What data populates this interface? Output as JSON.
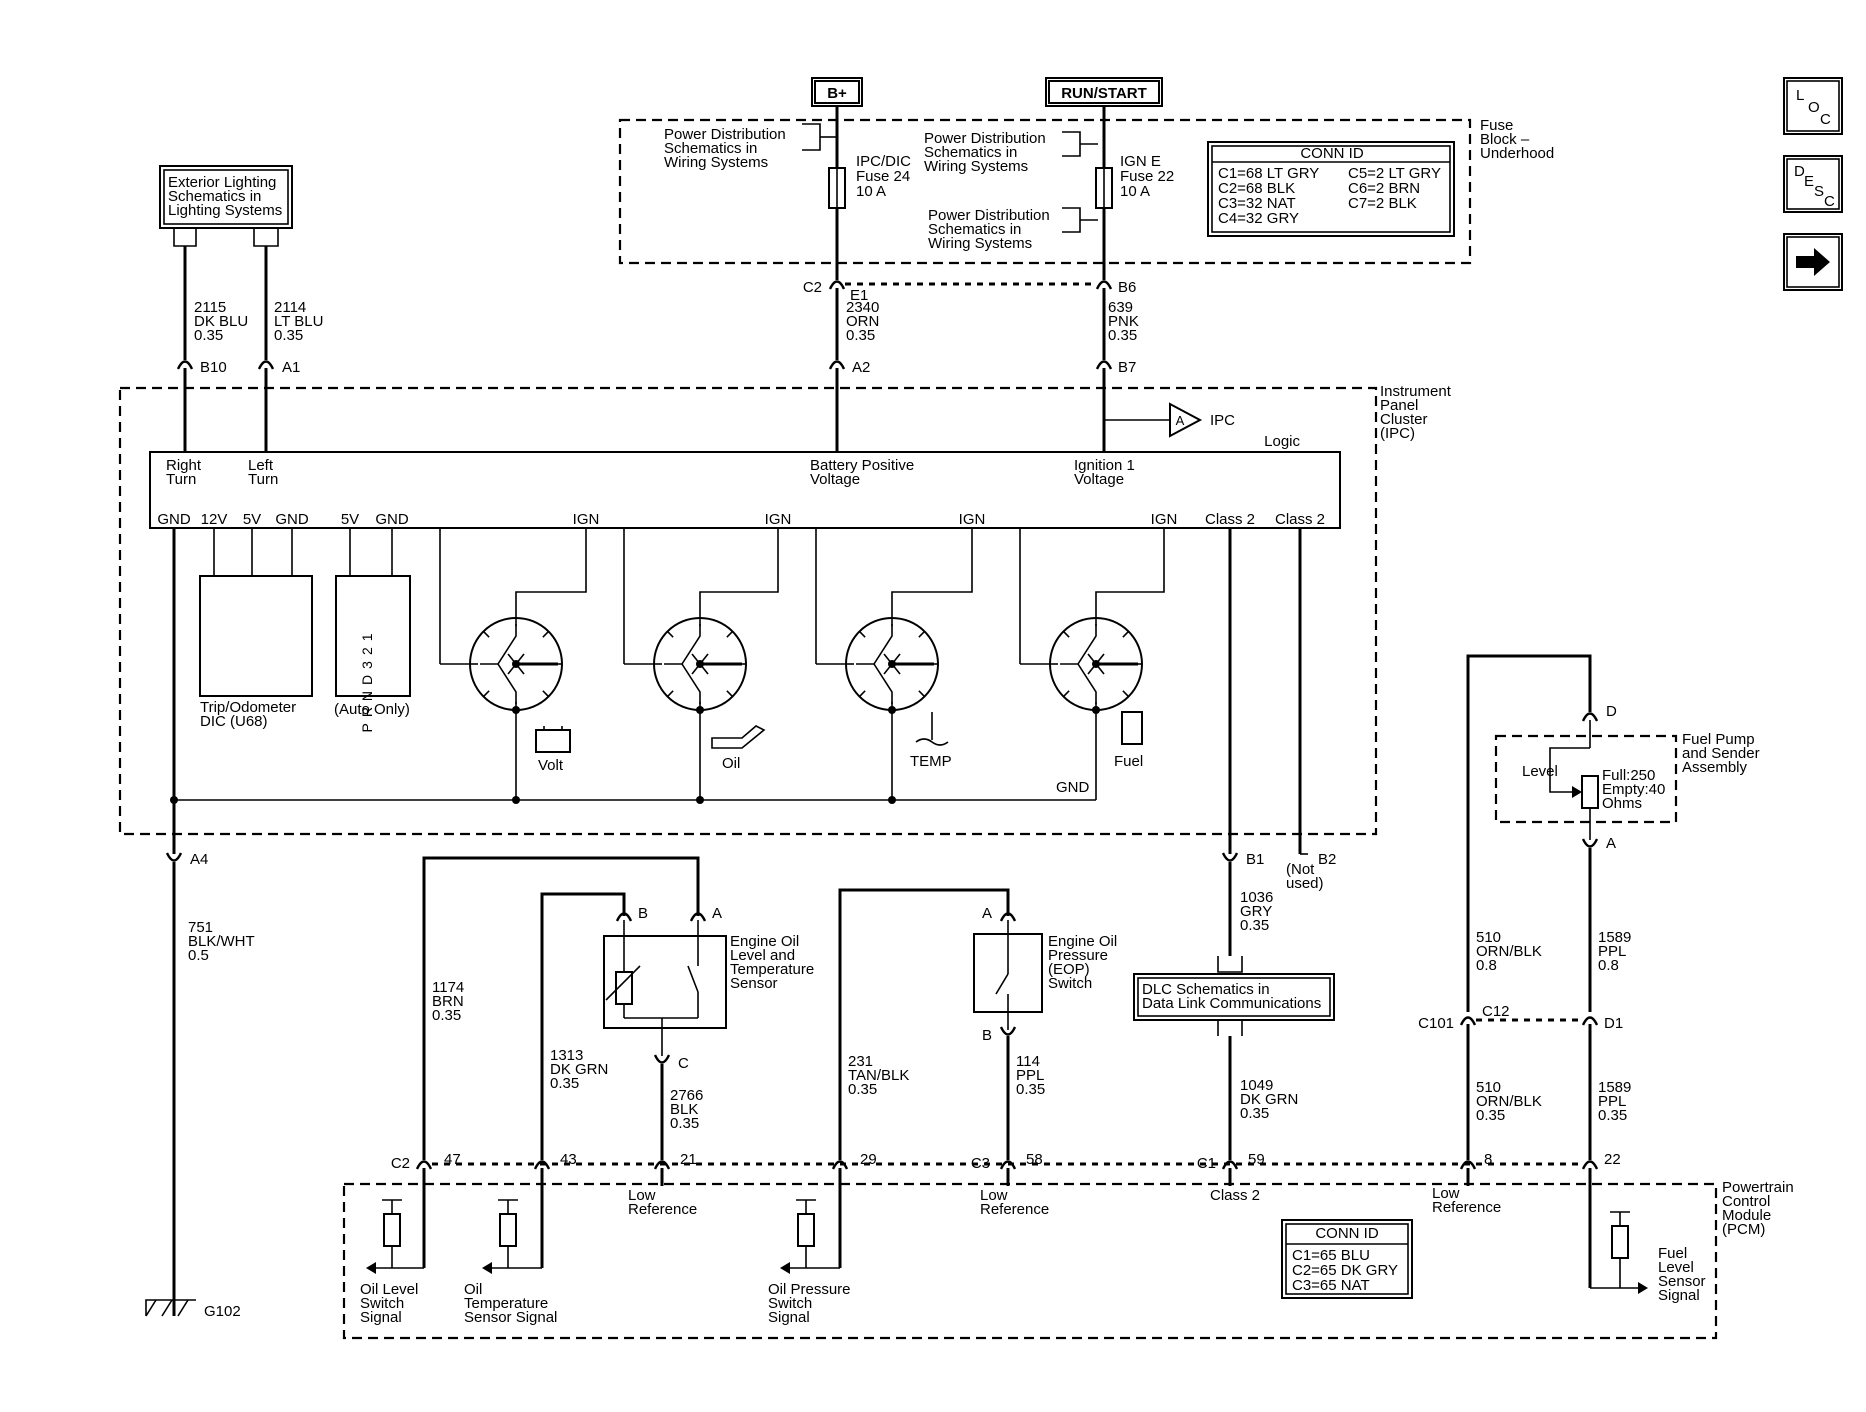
{
  "sources": {
    "bplus": "B+",
    "run_start": "RUN/START"
  },
  "fuse_block": {
    "title": [
      "Fuse",
      "Block –",
      "Underhood"
    ],
    "pd_left": [
      "Power Distribution",
      "Schematics in",
      "Wiring Systems"
    ],
    "pd_right": [
      "Power Distribution",
      "Schematics in",
      "Wiring Systems"
    ],
    "pd_right2": [
      "Power Distribution",
      "Schematics in",
      "Wiring Systems"
    ],
    "fuse24": [
      "IPC/DIC",
      "Fuse 24",
      "10 A"
    ],
    "fuse22": [
      "IGN E",
      "Fuse 22",
      "10 A"
    ],
    "conn_id_title": "CONN ID",
    "conn_id_left": [
      "C1=68 LT GRY",
      "C2=68 BLK",
      "C3=32 NAT",
      "C4=32 GRY"
    ],
    "conn_id_right": [
      "C5=2 LT GRY",
      "C6=2 BRN",
      "C7=2 BLK"
    ]
  },
  "ext_lighting": [
    "Exterior Lighting",
    "Schematics in",
    "Lighting Systems"
  ],
  "wires_top": {
    "w2115": [
      "2115",
      "DK BLU",
      "0.35"
    ],
    "w2114": [
      "2114",
      "LT BLU",
      "0.35"
    ],
    "w2340": [
      "2340",
      "ORN",
      "0.35"
    ],
    "w639": [
      "639",
      "PNK",
      "0.35"
    ]
  },
  "pins_top": {
    "b10": "B10",
    "a1": "A1",
    "c2": "C2",
    "e1": "E1",
    "a2": "A2",
    "b6": "B6",
    "b7": "B7"
  },
  "ipc": {
    "title": [
      "Instrument",
      "Panel",
      "Cluster",
      "(IPC)"
    ],
    "logic": "Logic",
    "ref_a": "A",
    "ref_ipc": "IPC",
    "right_turn": [
      "Right",
      "Turn"
    ],
    "left_turn": [
      "Left",
      "Turn"
    ],
    "batt": [
      "Battery Positive",
      "Voltage"
    ],
    "ign1": [
      "Ignition 1",
      "Voltage"
    ],
    "pins": [
      "GND",
      "12V",
      "5V",
      "GND",
      "5V",
      "GND",
      "IGN",
      "IGN",
      "IGN",
      "IGN",
      "Class 2",
      "Class 2"
    ],
    "trip": [
      "Trip/Odometer",
      "DIC (U68)"
    ],
    "prnd": "PRND321",
    "auto": "(Auto Only)",
    "gauges": [
      "Volt",
      "Oil",
      "TEMP",
      "Fuel"
    ],
    "gnd": "GND"
  },
  "ground": {
    "pin": "A4",
    "wire": [
      "751",
      "BLK/WHT",
      "0.5"
    ],
    "label": "G102"
  },
  "dlc": {
    "pin_b1": "B1",
    "pin_b2": "B2",
    "not_used": [
      "(Not",
      "used)"
    ],
    "wire_upper": [
      "1036",
      "GRY",
      "0.35"
    ],
    "box": [
      "DLC Schematics in",
      "Data Link Communications"
    ],
    "wire_lower": [
      "1049",
      "DK GRN",
      "0.35"
    ]
  },
  "oil_level_sensor": {
    "title": [
      "Engine Oil",
      "Level and",
      "Temperature",
      "Sensor"
    ],
    "pin_a": "A",
    "pin_b": "B",
    "pin_c": "C",
    "wire_c": [
      "2766",
      "BLK",
      "0.35"
    ]
  },
  "eop": {
    "title": [
      "Engine Oil",
      "Pressure",
      "(EOP)",
      "Switch"
    ],
    "pin_a": "A",
    "pin_b": "B",
    "wire": [
      "114",
      "PPL",
      "0.35"
    ]
  },
  "wires_mid": {
    "w1174": [
      "1174",
      "BRN",
      "0.35"
    ],
    "w1313": [
      "1313",
      "DK GRN",
      "0.35"
    ],
    "w231": [
      "231",
      "TAN/BLK",
      "0.35"
    ]
  },
  "fuel_pump": {
    "title": [
      "Fuel Pump",
      "and Sender",
      "Assembly"
    ],
    "level": "Level",
    "spec": [
      "Full:250",
      "Empty:40",
      "Ohms"
    ],
    "pin_d": "D",
    "pin_a": "A",
    "w510_upper": [
      "510",
      "ORN/BLK",
      "0.8"
    ],
    "w1589_upper": [
      "1589",
      "PPL",
      "0.8"
    ],
    "c101": "C101",
    "c12": "C12",
    "d1": "D1",
    "w510_lower": [
      "510",
      "ORN/BLK",
      "0.35"
    ],
    "w1589_lower": [
      "1589",
      "PPL",
      "0.35"
    ]
  },
  "pcm": {
    "title": [
      "Powertrain",
      "Control",
      "Module",
      "(PCM)"
    ],
    "conn_left": "C2",
    "conn_mid": "C3",
    "conn_right": "C1",
    "pins": [
      "47",
      "43",
      "21",
      "29",
      "58",
      "59",
      "8",
      "22"
    ],
    "low_ref1": [
      "Low",
      "Reference"
    ],
    "low_ref2": [
      "Low",
      "Reference"
    ],
    "low_ref3": [
      "Low",
      "Reference"
    ],
    "class2": "Class 2",
    "sig_oil_level": [
      "Oil Level",
      "Switch",
      "Signal"
    ],
    "sig_oil_temp": [
      "Oil",
      "Temperature",
      "Sensor Signal"
    ],
    "sig_oil_press": [
      "Oil Pressure",
      "Switch",
      "Signal"
    ],
    "sig_fuel": [
      "Fuel",
      "Level",
      "Sensor",
      "Signal"
    ],
    "conn_id_title": "CONN ID",
    "conn_id": [
      "C1=65 BLU",
      "C2=65 DK GRY",
      "C3=65 NAT"
    ]
  },
  "nav": {
    "loc": [
      "L",
      "O",
      "C"
    ],
    "desc": [
      "D",
      "E",
      "S",
      "C"
    ],
    "arrow": "→"
  }
}
